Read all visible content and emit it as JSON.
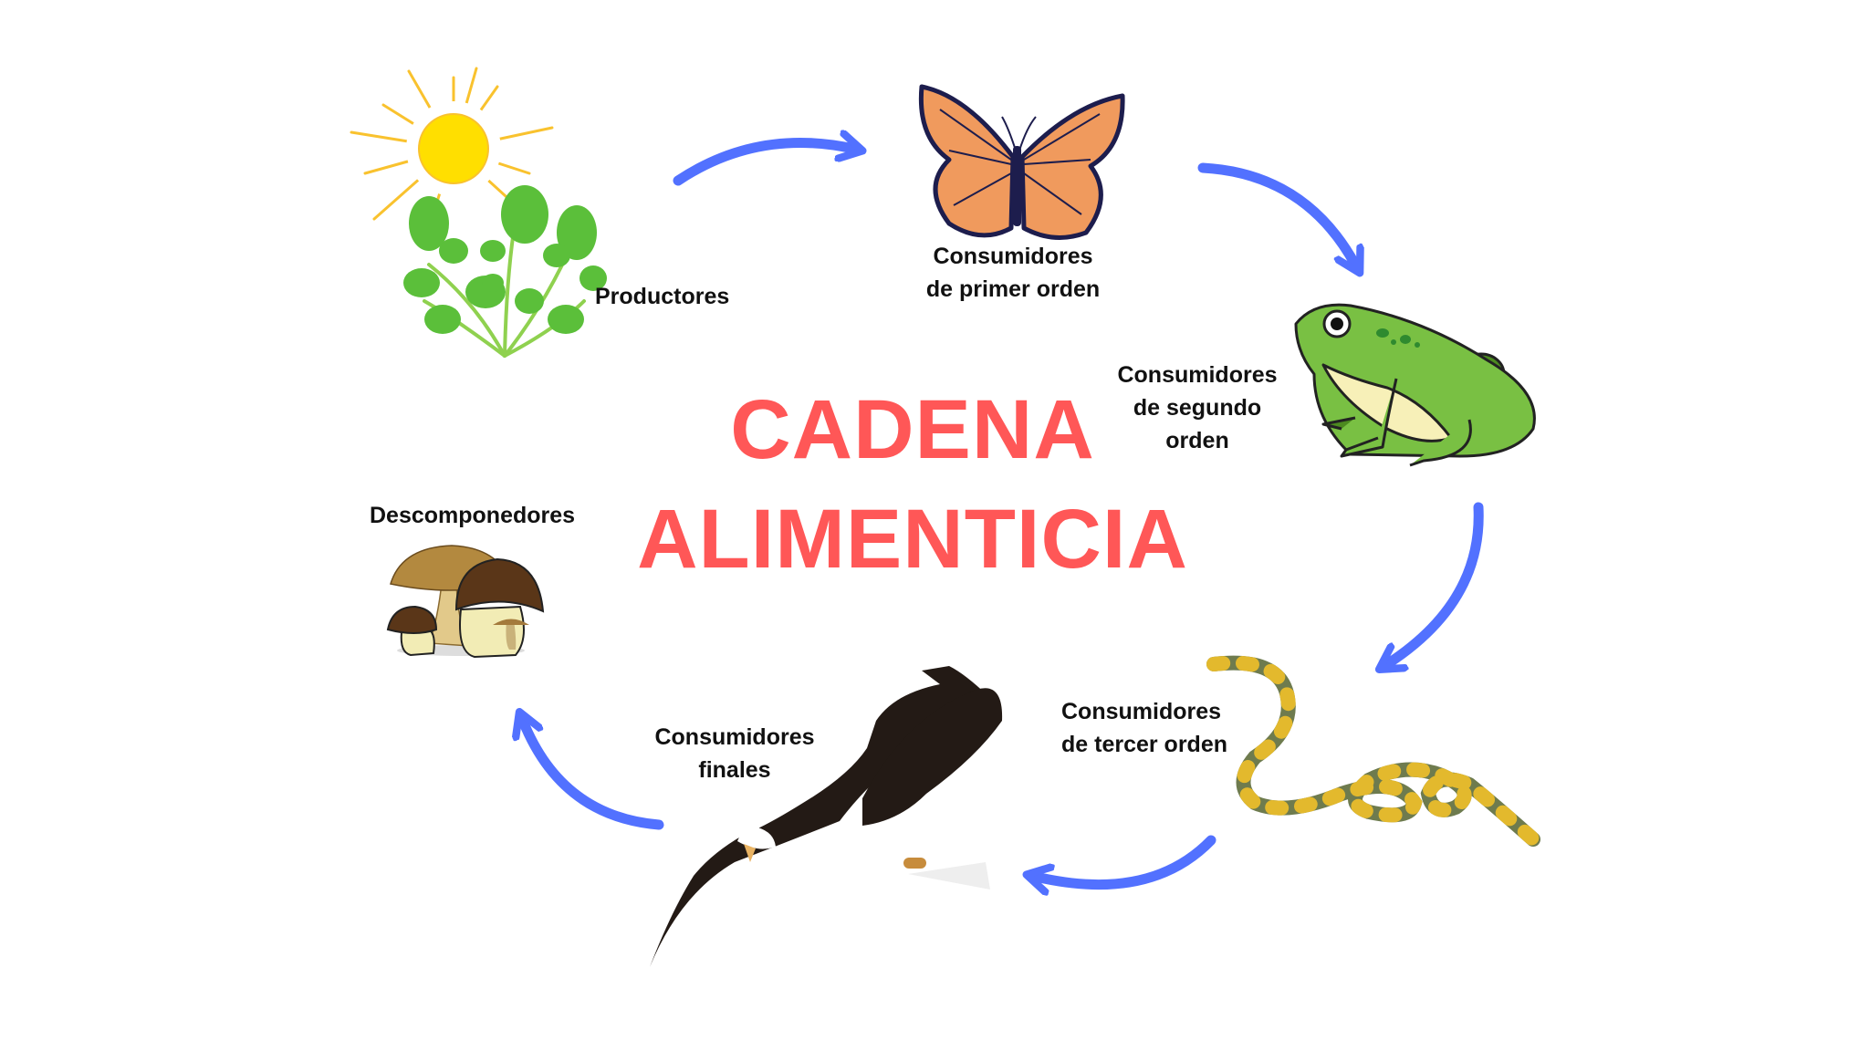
{
  "title": {
    "line1": "CADENA",
    "line2": "ALIMENTICIA",
    "color": "#ff5757"
  },
  "arrow_color": "#5271ff",
  "nodes": [
    {
      "id": "productores",
      "label": "Productores",
      "icon": "sun-and-plant-icon"
    },
    {
      "id": "primer-orden",
      "label_line1": "Consumidores",
      "label_line2": "de primer orden",
      "icon": "butterfly-icon"
    },
    {
      "id": "segundo-orden",
      "label_line1": "Consumidores",
      "label_line2": "de segundo",
      "label_line3": "orden",
      "icon": "frog-icon"
    },
    {
      "id": "tercer-orden",
      "label_line1": "Consumidores",
      "label_line2": "de tercer orden",
      "icon": "snake-icon"
    },
    {
      "id": "finales",
      "label_line1": "Consumidores",
      "label_line2": "finales",
      "icon": "eagle-icon"
    },
    {
      "id": "descomponedores",
      "label": "Descomponedores",
      "icon": "mushrooms-icon"
    }
  ],
  "edges": [
    {
      "from": "Productores",
      "to": "Consumidores de primer orden"
    },
    {
      "from": "Consumidores de primer orden",
      "to": "Consumidores de segundo orden"
    },
    {
      "from": "Consumidores de segundo orden",
      "to": "Consumidores de tercer orden"
    },
    {
      "from": "Consumidores de tercer orden",
      "to": "Consumidores finales"
    },
    {
      "from": "Consumidores finales",
      "to": "Descomponedores"
    }
  ]
}
